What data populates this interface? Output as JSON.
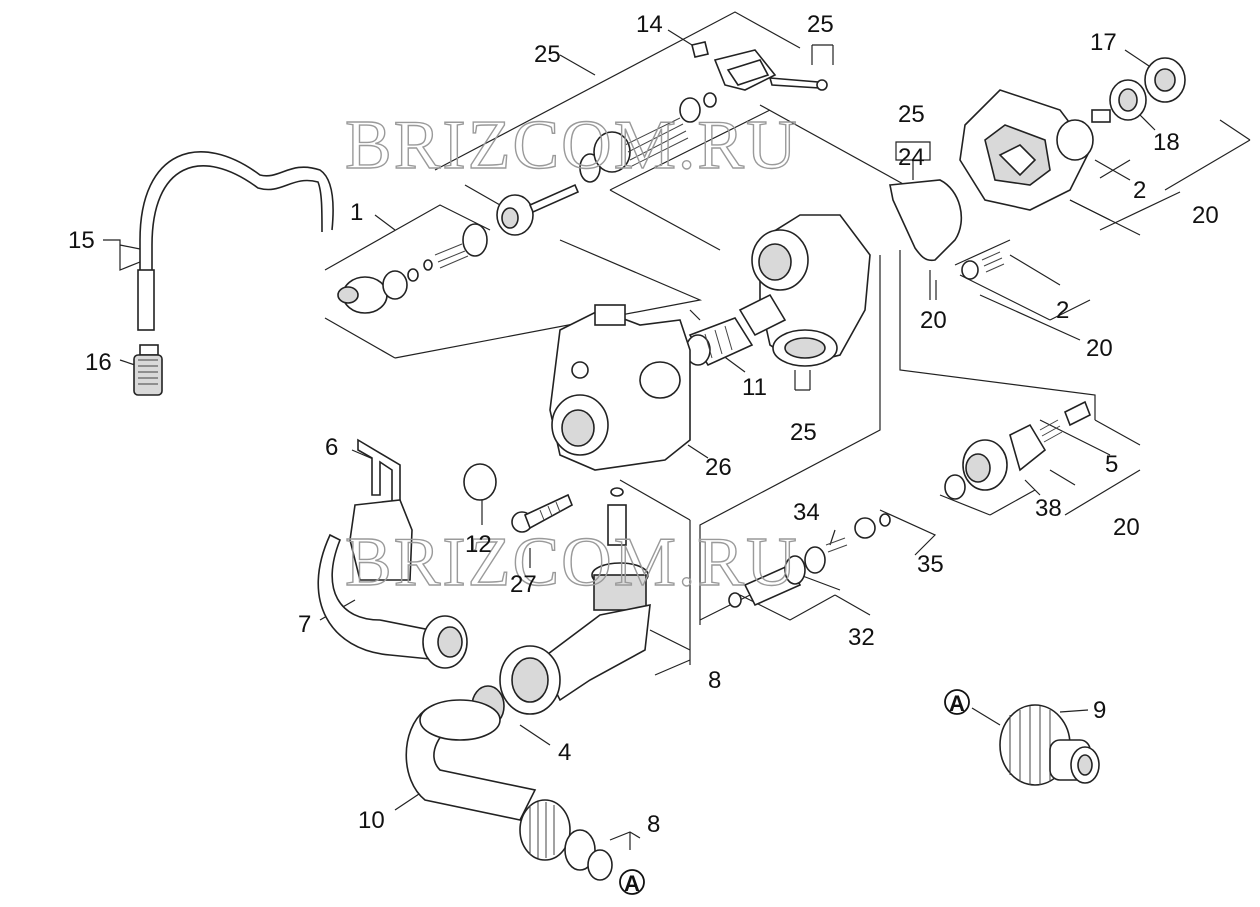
{
  "diagram": {
    "watermark": "BRIZCOM.RU",
    "callouts": {
      "c1": "1",
      "c2a": "2",
      "c2b": "2",
      "c4": "4",
      "c5": "5",
      "c6": "6",
      "c7": "7",
      "c8a": "8",
      "c8b": "8",
      "c9": "9",
      "c10": "10",
      "c11": "11",
      "c12": "12",
      "c14": "14",
      "c15": "15",
      "c16": "16",
      "c17": "17",
      "c18": "18",
      "c20a": "20",
      "c20b": "20",
      "c20c": "20",
      "c20d": "20",
      "c24": "24",
      "c25a": "25",
      "c25b": "25",
      "c25c": "25",
      "c25d": "25",
      "c26": "26",
      "c27": "27",
      "c32": "32",
      "c34": "34",
      "c35": "35",
      "c38": "38",
      "markerA1": "A",
      "markerA2": "A"
    }
  }
}
